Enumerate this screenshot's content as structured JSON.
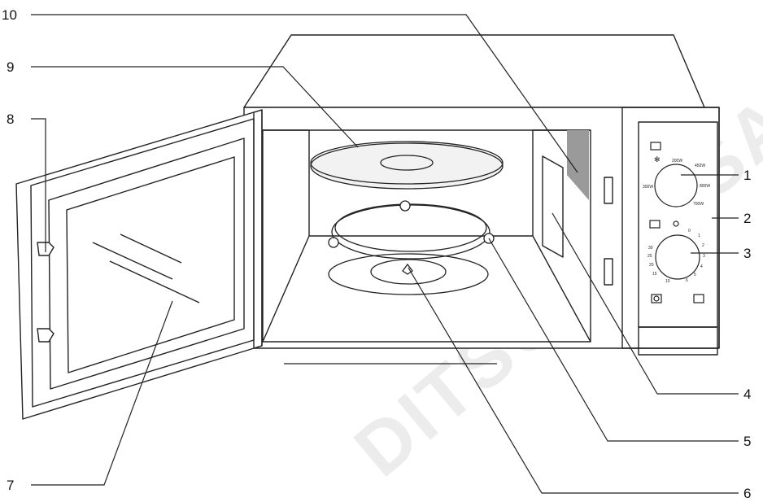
{
  "callouts": [
    {
      "number": "1"
    },
    {
      "number": "2"
    },
    {
      "number": "3"
    },
    {
      "number": "4"
    },
    {
      "number": "5"
    },
    {
      "number": "6"
    },
    {
      "number": "7"
    },
    {
      "number": "8"
    },
    {
      "number": "9"
    },
    {
      "number": "10"
    }
  ],
  "panel": {
    "power_dial_ticks": [
      "200W",
      "450W",
      "800W",
      "700W",
      "300W"
    ],
    "timer_dial_ticks": [
      "0",
      "1",
      "2",
      "3",
      "4",
      "5",
      "6",
      "10",
      "15",
      "20",
      "25",
      "30"
    ]
  },
  "watermark": "DITSCHER SAS",
  "colors": {
    "line": "#222222",
    "background": "#ffffff"
  }
}
